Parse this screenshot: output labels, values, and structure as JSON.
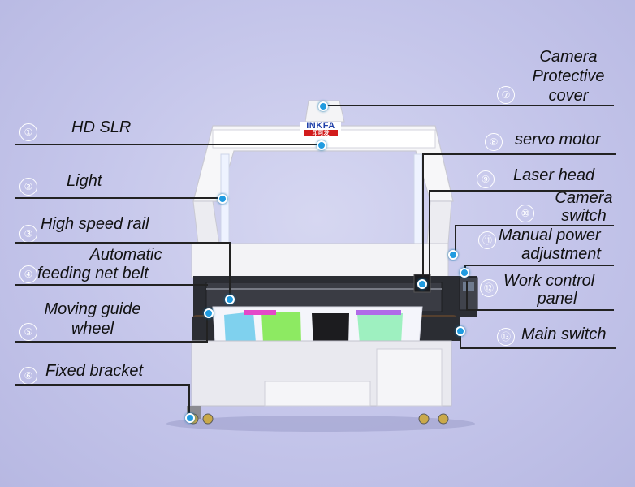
{
  "brand": {
    "logo_text": "INKFA",
    "logo_sub": "印可发"
  },
  "callouts": [
    {
      "num": "①",
      "label": "HD SLR"
    },
    {
      "num": "②",
      "label": "Light"
    },
    {
      "num": "③",
      "label": "High speed rail"
    },
    {
      "num": "④",
      "label_line1": "Automatic",
      "label_line2": "feeding net belt"
    },
    {
      "num": "⑤",
      "label_line1": "Moving guide",
      "label_line2": "wheel"
    },
    {
      "num": "⑥",
      "label": "Fixed bracket"
    },
    {
      "num": "⑦",
      "label_line1": "Camera",
      "label_line2": "Protective",
      "label_line3": "cover"
    },
    {
      "num": "⑧",
      "label": "servo motor"
    },
    {
      "num": "⑨",
      "label": "Laser head"
    },
    {
      "num": "⑩",
      "label_line1": "Camera",
      "label_line2": "switch"
    },
    {
      "num": "⑪",
      "label_line1": "Manual power",
      "label_line2": "adjustment"
    },
    {
      "num": "⑫",
      "label_line1": "Work control",
      "label_line2": "panel"
    },
    {
      "num": "⑬",
      "label": "Main switch"
    }
  ],
  "colors": {
    "background": "#c4c5ea",
    "machine_frame": "#ffffff",
    "machine_body": "#2b2d33",
    "callout_dot": "#1f9be0",
    "logo_red": "#d21b1b",
    "logo_blue": "#1f3fa8"
  }
}
